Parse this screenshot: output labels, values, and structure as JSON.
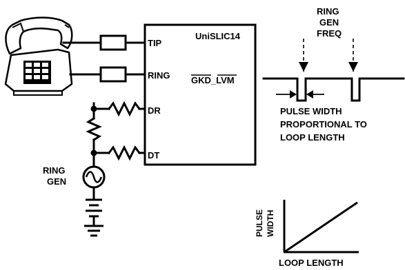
{
  "chip": {
    "name": "UniSLIC14",
    "pin_tip": "TIP",
    "pin_ring": "RING",
    "pin_dr": "DR",
    "pin_dt": "DT",
    "output_signal_a": "GKD",
    "output_signal_sep": "_",
    "output_signal_b": "LVM"
  },
  "ring_gen": {
    "line1": "RING",
    "line2": "GEN"
  },
  "freq_label": {
    "line1": "RING",
    "line2": "GEN",
    "line3": "FREQ"
  },
  "pulse_label": {
    "line1": "PULSE WIDTH",
    "line2": "PROPORTIONAL TO",
    "line3": "LOOP LENGTH"
  },
  "chart_data": {
    "type": "line",
    "xlabel": "LOOP LENGTH",
    "ylabel_line1": "PULSE",
    "ylabel_line2": "WIDTH"
  },
  "icons": {
    "phone": "telephone-icon",
    "sine_source": "ac-source-icon",
    "battery": "battery-icon",
    "ground": "ground-icon"
  }
}
